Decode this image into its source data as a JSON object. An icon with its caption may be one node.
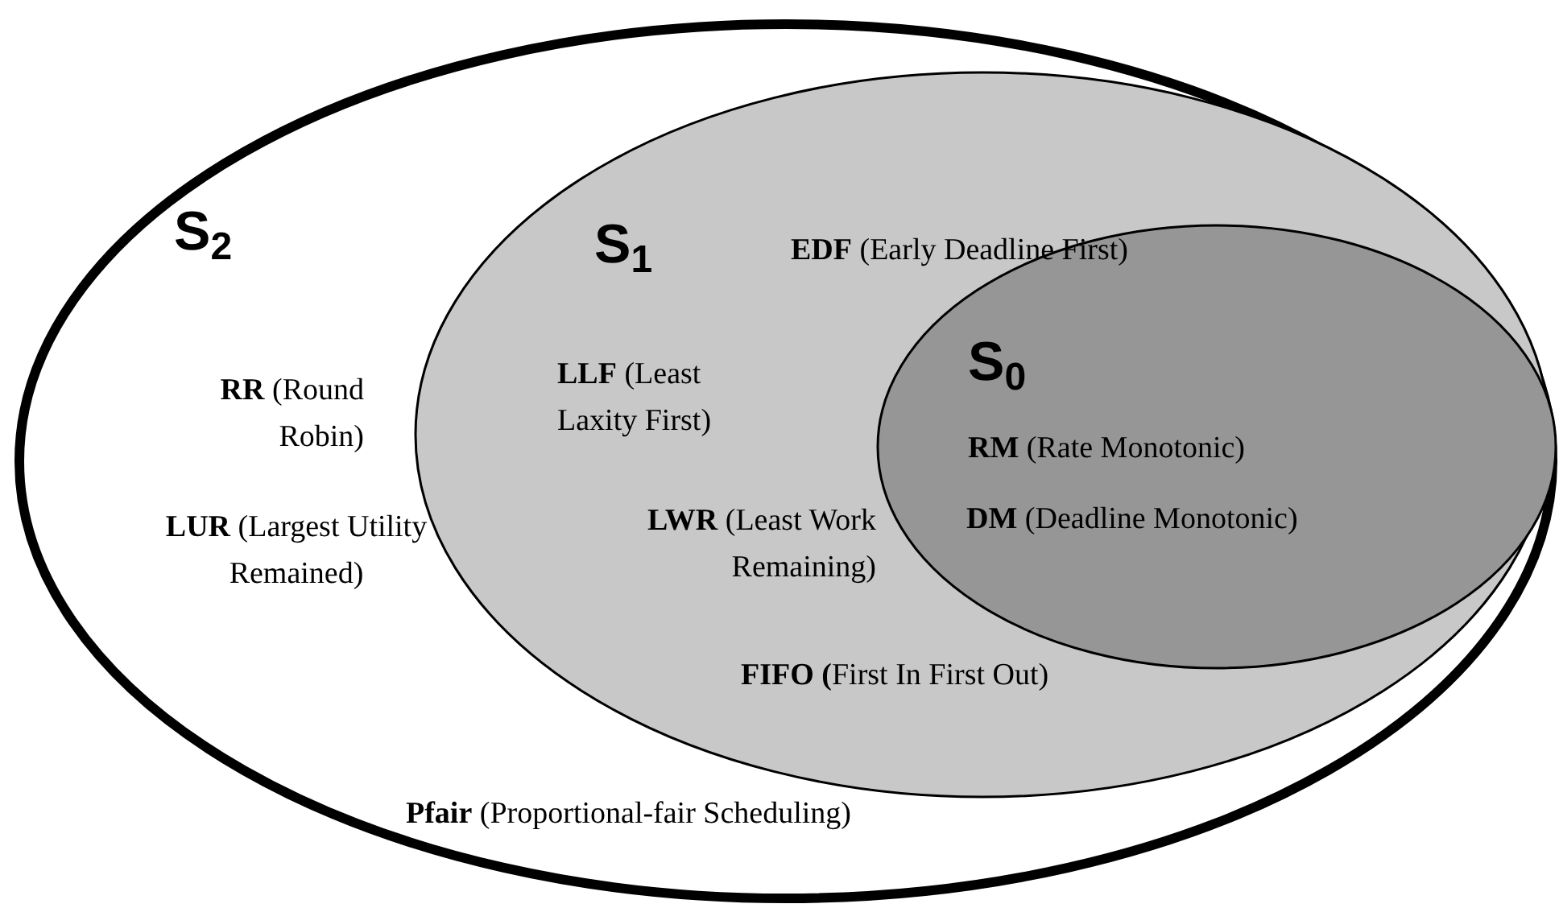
{
  "diagram": {
    "nodes": [
      {
        "text": [
          "S$_{2}$",
          "**RR** (Round Robin)",
          "**LUR** (Largest Utility Remained)",
          "**Pfair** (Proportional-fair Scheduling)"
        ]
      },
      {
        "text": [
          "S$_{1}$",
          "**EDF** (Early Deadline First)",
          "**LLF** (Least Laxity First)",
          "**LWR** (Least Work Remaining)",
          "**FIFO (**First In First Out)"
        ],
        "in": 0
      },
      {
        "text": [
          "S$_{0}$",
          "**RM** (Rate Monotonic)",
          "**DM** (Deadline Monotonic)"
        ],
        "in": 1
      }
    ]
  }
}
